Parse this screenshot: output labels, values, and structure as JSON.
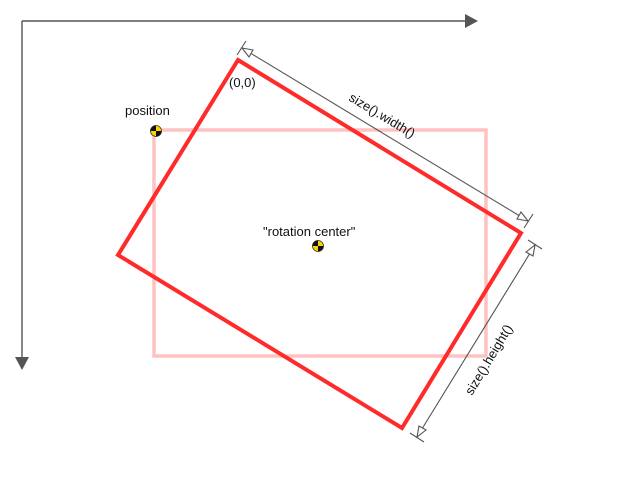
{
  "labels": {
    "origin": "(0,0)",
    "position": "position",
    "rotation_center": "\"rotation center\"",
    "width_dim": "size().width()",
    "height_dim": "size().height()"
  },
  "colors": {
    "rotated_rect": "#ff2a2a",
    "ghost_rect": "#ffc2c2",
    "axis": "#555555",
    "dimension_line": "#555555",
    "marker_yellow": "#ffd500",
    "marker_black": "#111111"
  },
  "icons": {
    "position_marker": "crash-test-target-icon",
    "center_marker": "crash-test-target-icon"
  }
}
